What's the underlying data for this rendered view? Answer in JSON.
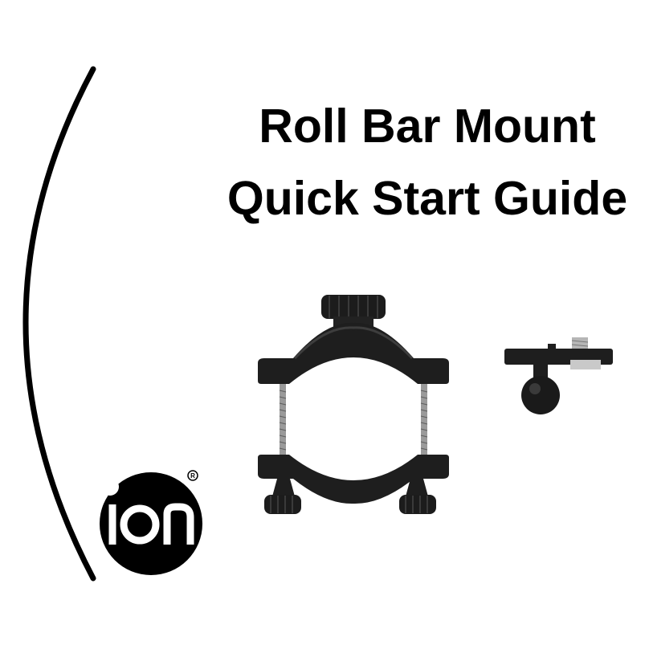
{
  "document": {
    "title_line_1": "Roll Bar Mount",
    "title_line_2": "Quick Start Guide"
  },
  "brand": {
    "logo_text": "ion",
    "registered_mark": "®",
    "color": "#000000"
  },
  "illustrations": {
    "primary": "roll-bar-clamp-mount",
    "secondary": "ball-joint-camera-adapter"
  }
}
